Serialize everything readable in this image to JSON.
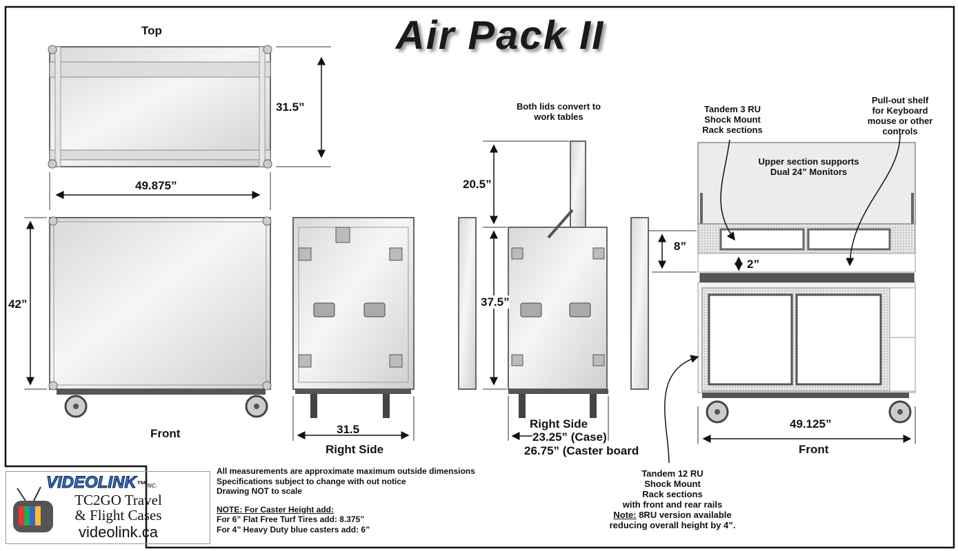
{
  "title": "Air Pack II",
  "top_view": {
    "label": "Top",
    "height": "31.5”",
    "width": "49.875”"
  },
  "front_view": {
    "label": "Front",
    "height": "42”"
  },
  "right_side_view": {
    "label": "Right Side",
    "width": "31.5"
  },
  "open_side_view": {
    "lids_note": [
      "Both lids convert to",
      "work tables"
    ],
    "lid_height": "20.5”",
    "case_height": "37.5”",
    "label": "Right Side",
    "case_width": "23.25” (Case)",
    "caster_width": "26.75” (Caster board"
  },
  "open_front_view": {
    "label": "Front",
    "width": "49.125”",
    "rack_3ru": [
      "Tandem 3 RU",
      "Shock Mount",
      "Rack sections"
    ],
    "shelf": [
      "Pull-out shelf",
      "for Keyboard",
      "mouse or other",
      "controls"
    ],
    "upper": [
      "Upper section supports",
      "Dual 24” Monitors"
    ],
    "section_height": "8”",
    "gap": "2”",
    "rack_12ru": [
      "Tandem 12 RU",
      "Shock Mount",
      "Rack sections",
      "with front and rear rails"
    ],
    "note_label": "Note:",
    "note_text": " 8RU version available",
    "note_text2": "reducing overall height by 4”."
  },
  "notes": {
    "lines": [
      "All measurements are approximate maximum outside dimensions",
      "Specifications subject to change with out notice",
      "Drawing NOT to scale"
    ],
    "caster_heading": "NOTE: For Caster Height add:",
    "caster_lines": [
      "For 6” Flat Free Turf Tires add: 8.375”",
      "For 4” Heavy Duty blue casters add: 6”"
    ]
  },
  "logo": {
    "brand": "VIDEOLINK",
    "tm": "™",
    "inc": "INC.",
    "line1": "TC2GO Travel",
    "line2": "& Flight Cases",
    "url": "videolink.ca"
  }
}
